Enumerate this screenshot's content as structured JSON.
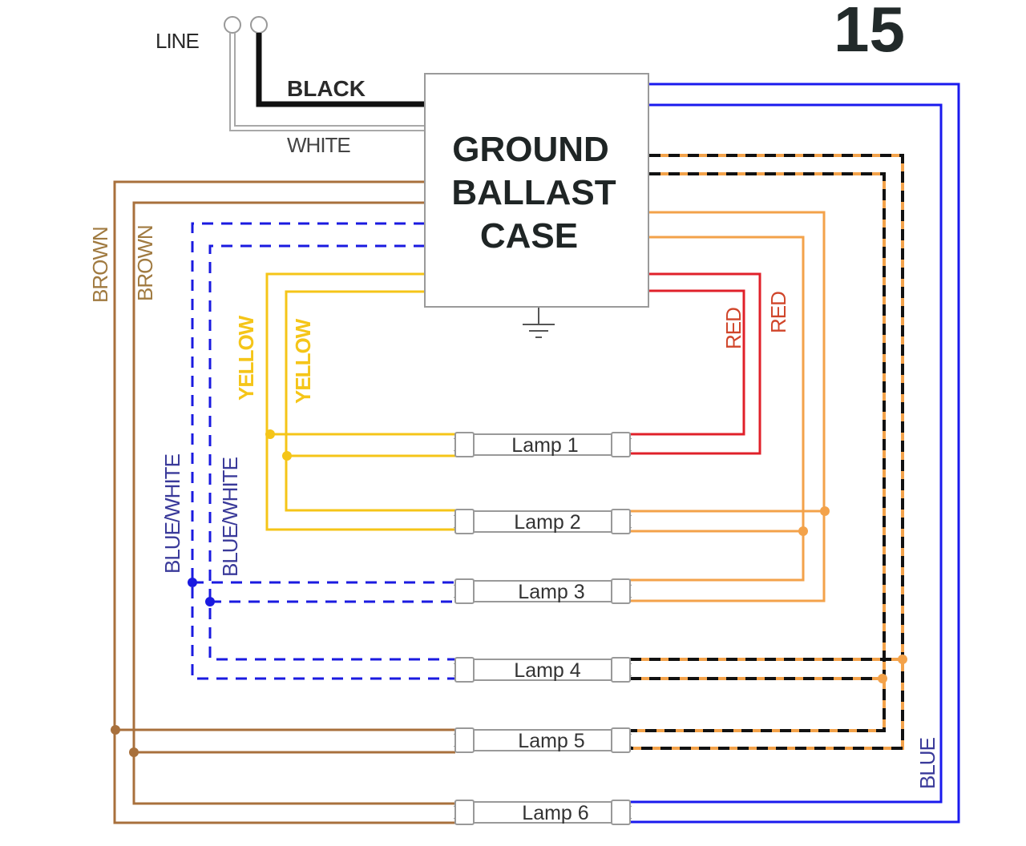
{
  "diagram": {
    "page_number": "15",
    "ballast_label_lines": [
      "GROUND",
      "BALLAST",
      "CASE"
    ],
    "line_label": "LINE",
    "wire_labels": {
      "black": "BLACK",
      "white": "WHITE",
      "brown_1": "BROWN",
      "brown_2": "BROWN",
      "blue_white_1": "BLUE/WHITE",
      "blue_white_2": "BLUE/WHITE",
      "yellow_1": "YELLOW",
      "yellow_2": "YELLOW",
      "red_1": "RED",
      "red_2": "RED",
      "blue": "BLUE"
    },
    "lamps": [
      {
        "label": "Lamp 1",
        "left_wire": "yellow",
        "right_wire": "red"
      },
      {
        "label": "Lamp 2",
        "left_wire": "yellow",
        "right_wire": "orange"
      },
      {
        "label": "Lamp 3",
        "left_wire": "blue/white",
        "right_wire": "orange"
      },
      {
        "label": "Lamp 4",
        "left_wire": "blue/white",
        "right_wire": "black/orange"
      },
      {
        "label": "Lamp 5",
        "left_wire": "brown",
        "right_wire": "black/orange"
      },
      {
        "label": "Lamp 6",
        "left_wire": "brown",
        "right_wire": "blue"
      }
    ],
    "colors": {
      "black": "#111111",
      "white": "#a8a8a8",
      "brown": "#a8703c",
      "blue_white": "#1a1ae0",
      "yellow": "#f5c518",
      "red": "#e0202a",
      "orange": "#f3a24a",
      "blue": "#1a1aee",
      "label_blue": "#3a3a9a",
      "label_red": "#d0452a",
      "label_brown": "#a07a40"
    }
  }
}
